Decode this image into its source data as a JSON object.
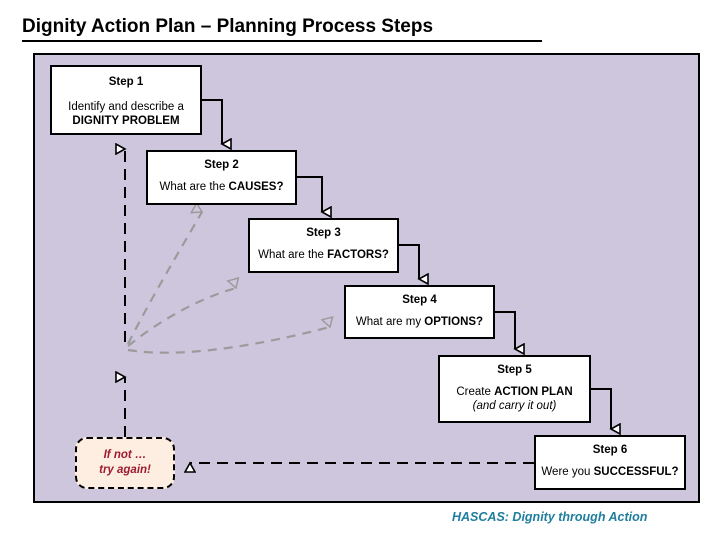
{
  "slide": {
    "title": "Dignity Action Plan – Planning Process Steps",
    "footer": "HASCAS: Dignity through Action",
    "panel_color": "#cdc6dd",
    "footer_color": "#1f7e9e",
    "retry_text_color": "#9e1b32"
  },
  "steps": [
    {
      "id": "step-1",
      "title": "Step 1",
      "line1": "Identify and describe a",
      "line2": "DIGNITY PROBLEM",
      "line2_bold": true,
      "line2_italic": false
    },
    {
      "id": "step-2",
      "title": "Step 2",
      "line1": "What are the ",
      "line2": "CAUSES?",
      "line2_bold": true,
      "line2_italic": false
    },
    {
      "id": "step-3",
      "title": "Step 3",
      "line1": "What are the ",
      "line2": "FACTORS?",
      "line2_bold": true,
      "line2_italic": false
    },
    {
      "id": "step-4",
      "title": "Step 4",
      "line1": "What are my ",
      "line2": "OPTIONS?",
      "line2_bold": true,
      "line2_italic": false
    },
    {
      "id": "step-5",
      "title": "Step 5",
      "line1": "Create ",
      "line2": "ACTION PLAN",
      "line3": "(and carry it out)",
      "line2_bold": true,
      "line3_italic": true
    },
    {
      "id": "step-6",
      "title": "Step 6",
      "line1": "Were you ",
      "line2": "SUCCESSFUL?",
      "line2_bold": true,
      "line2_italic": false
    }
  ],
  "retry": {
    "line1": "If not …",
    "line2": "try again!"
  },
  "connectors": {
    "solid_label": "step-to-step-arrow",
    "dashed_label": "feedback-loop-arrow",
    "curved_label": "revisit-arrow"
  }
}
